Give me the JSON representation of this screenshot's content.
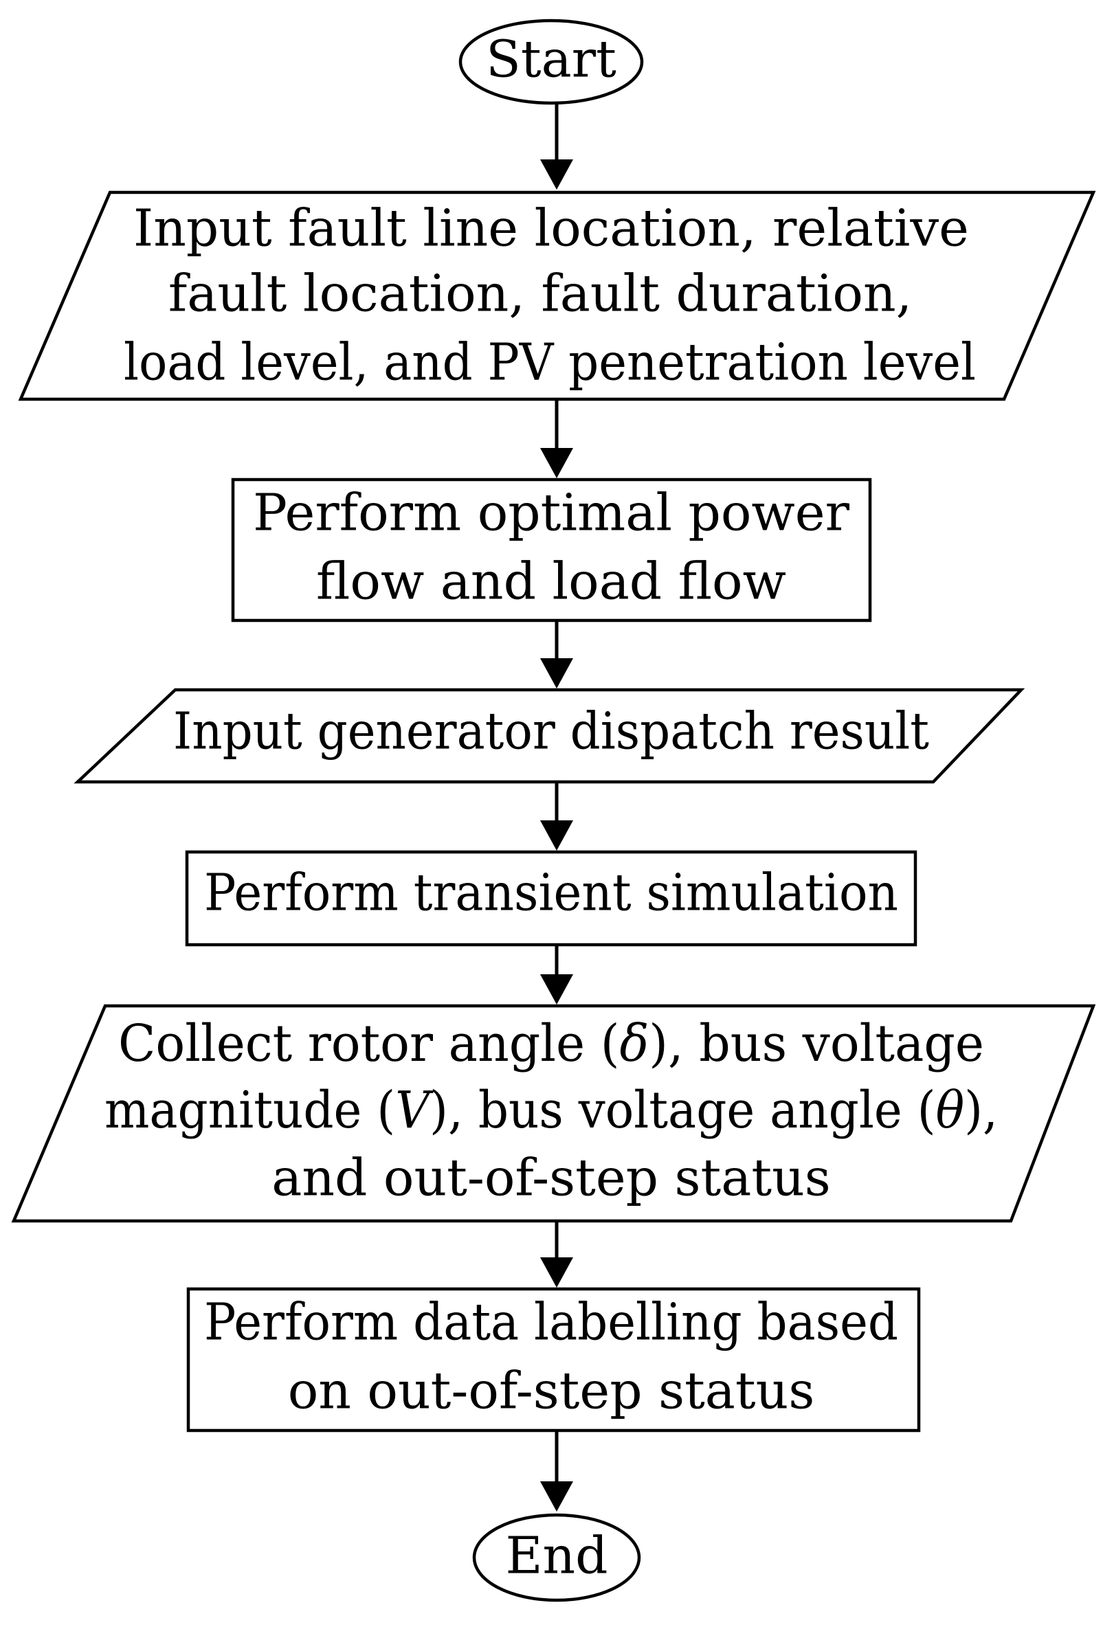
{
  "flowchart": {
    "start": {
      "label": "Start"
    },
    "input_parameters": {
      "lines": [
        "Input fault line location, relative",
        "fault location, fault duration,",
        "load level, and PV penetration level"
      ]
    },
    "optimal_power_flow": {
      "lines": [
        "Perform optimal power",
        "flow and load flow"
      ]
    },
    "input_dispatch": {
      "lines": [
        "Input generator dispatch result"
      ]
    },
    "transient_simulation": {
      "lines": [
        "Perform transient simulation"
      ]
    },
    "collect_data": {
      "line1_a": "Collect rotor angle (",
      "line1_sym": "δ",
      "line1_b": "), bus voltage",
      "line2_a": "magnitude (",
      "line2_sym1": "V",
      "line2_b": "), bus voltage angle (",
      "line2_sym2": "θ",
      "line2_c": "),",
      "line3": "and out-of-step status"
    },
    "data_labelling": {
      "lines": [
        "Perform data labelling based",
        "on out-of-step status"
      ]
    },
    "end": {
      "label": "End"
    }
  }
}
